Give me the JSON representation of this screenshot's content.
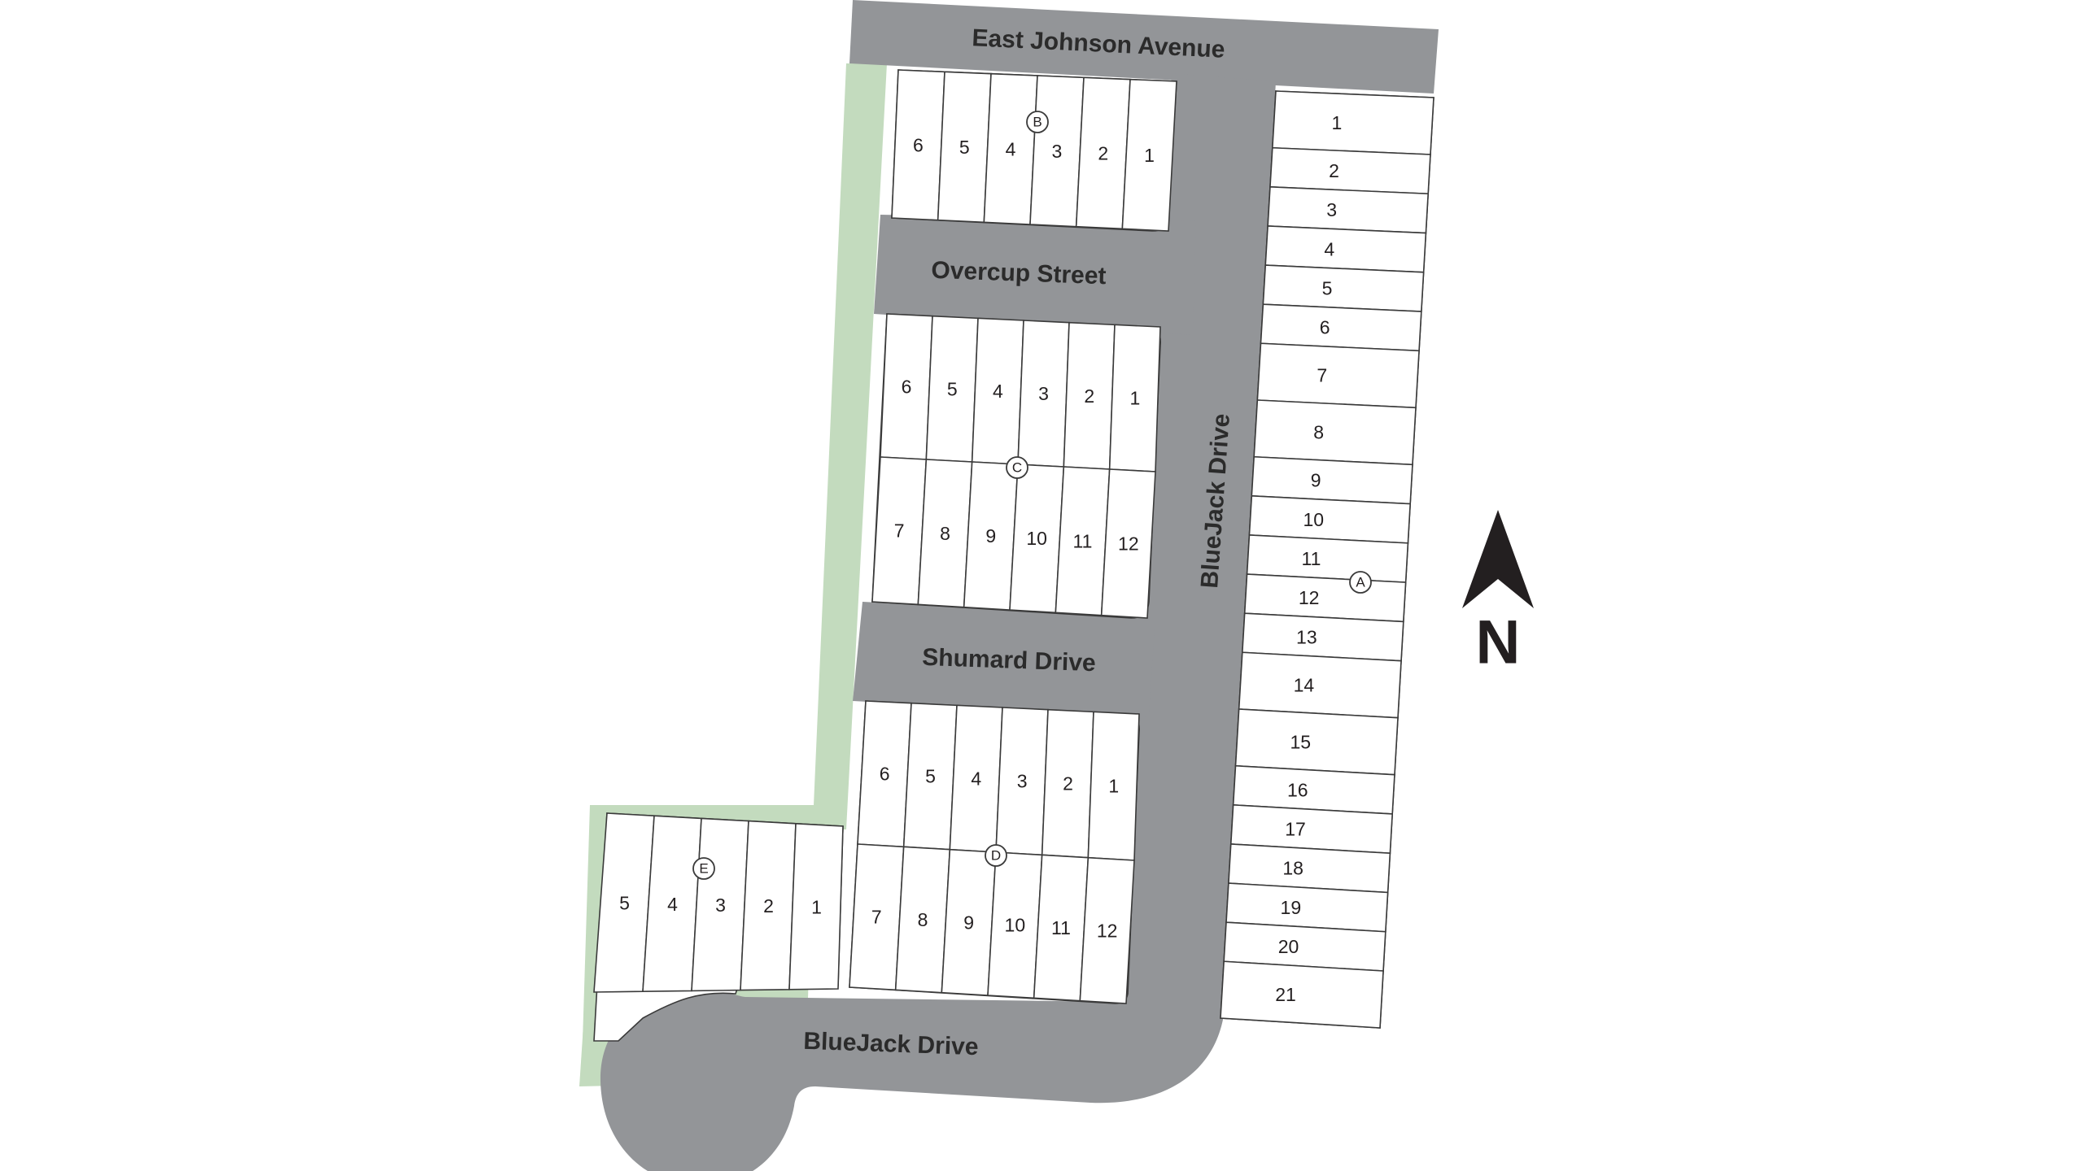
{
  "streets": {
    "east_johnson": "East Johnson Avenue",
    "overcup": "Overcup Street",
    "shumard": "Shumard Drive",
    "bluejack_vertical": "BlueJack Drive",
    "bluejack_bottom": "BlueJack Drive"
  },
  "blocks": {
    "A": {
      "marker": "A",
      "lots": [
        "1",
        "2",
        "3",
        "4",
        "5",
        "6",
        "7",
        "8",
        "9",
        "10",
        "11",
        "12",
        "13",
        "14",
        "15",
        "16",
        "17",
        "18",
        "19",
        "20",
        "21"
      ]
    },
    "B": {
      "marker": "B",
      "lots": [
        "6",
        "5",
        "4",
        "3",
        "2",
        "1"
      ]
    },
    "C": {
      "marker": "C",
      "top_lots": [
        "6",
        "5",
        "4",
        "3",
        "2",
        "1"
      ],
      "bottom_lots": [
        "7",
        "8",
        "9",
        "10",
        "11",
        "12"
      ]
    },
    "D": {
      "marker": "D",
      "top_lots": [
        "6",
        "5",
        "4",
        "3",
        "2",
        "1"
      ],
      "bottom_lots": [
        "7",
        "8",
        "9",
        "10",
        "11",
        "12"
      ]
    },
    "E": {
      "marker": "E",
      "lots": [
        "5",
        "4",
        "3",
        "2",
        "1"
      ]
    }
  },
  "north_arrow": {
    "label": "N",
    "icon": "north-arrow-icon"
  },
  "colors": {
    "road": "#939598",
    "green_space": "#c3dbbe",
    "lot_fill": "#ffffff",
    "lot_stroke": "#3a3a3a"
  }
}
